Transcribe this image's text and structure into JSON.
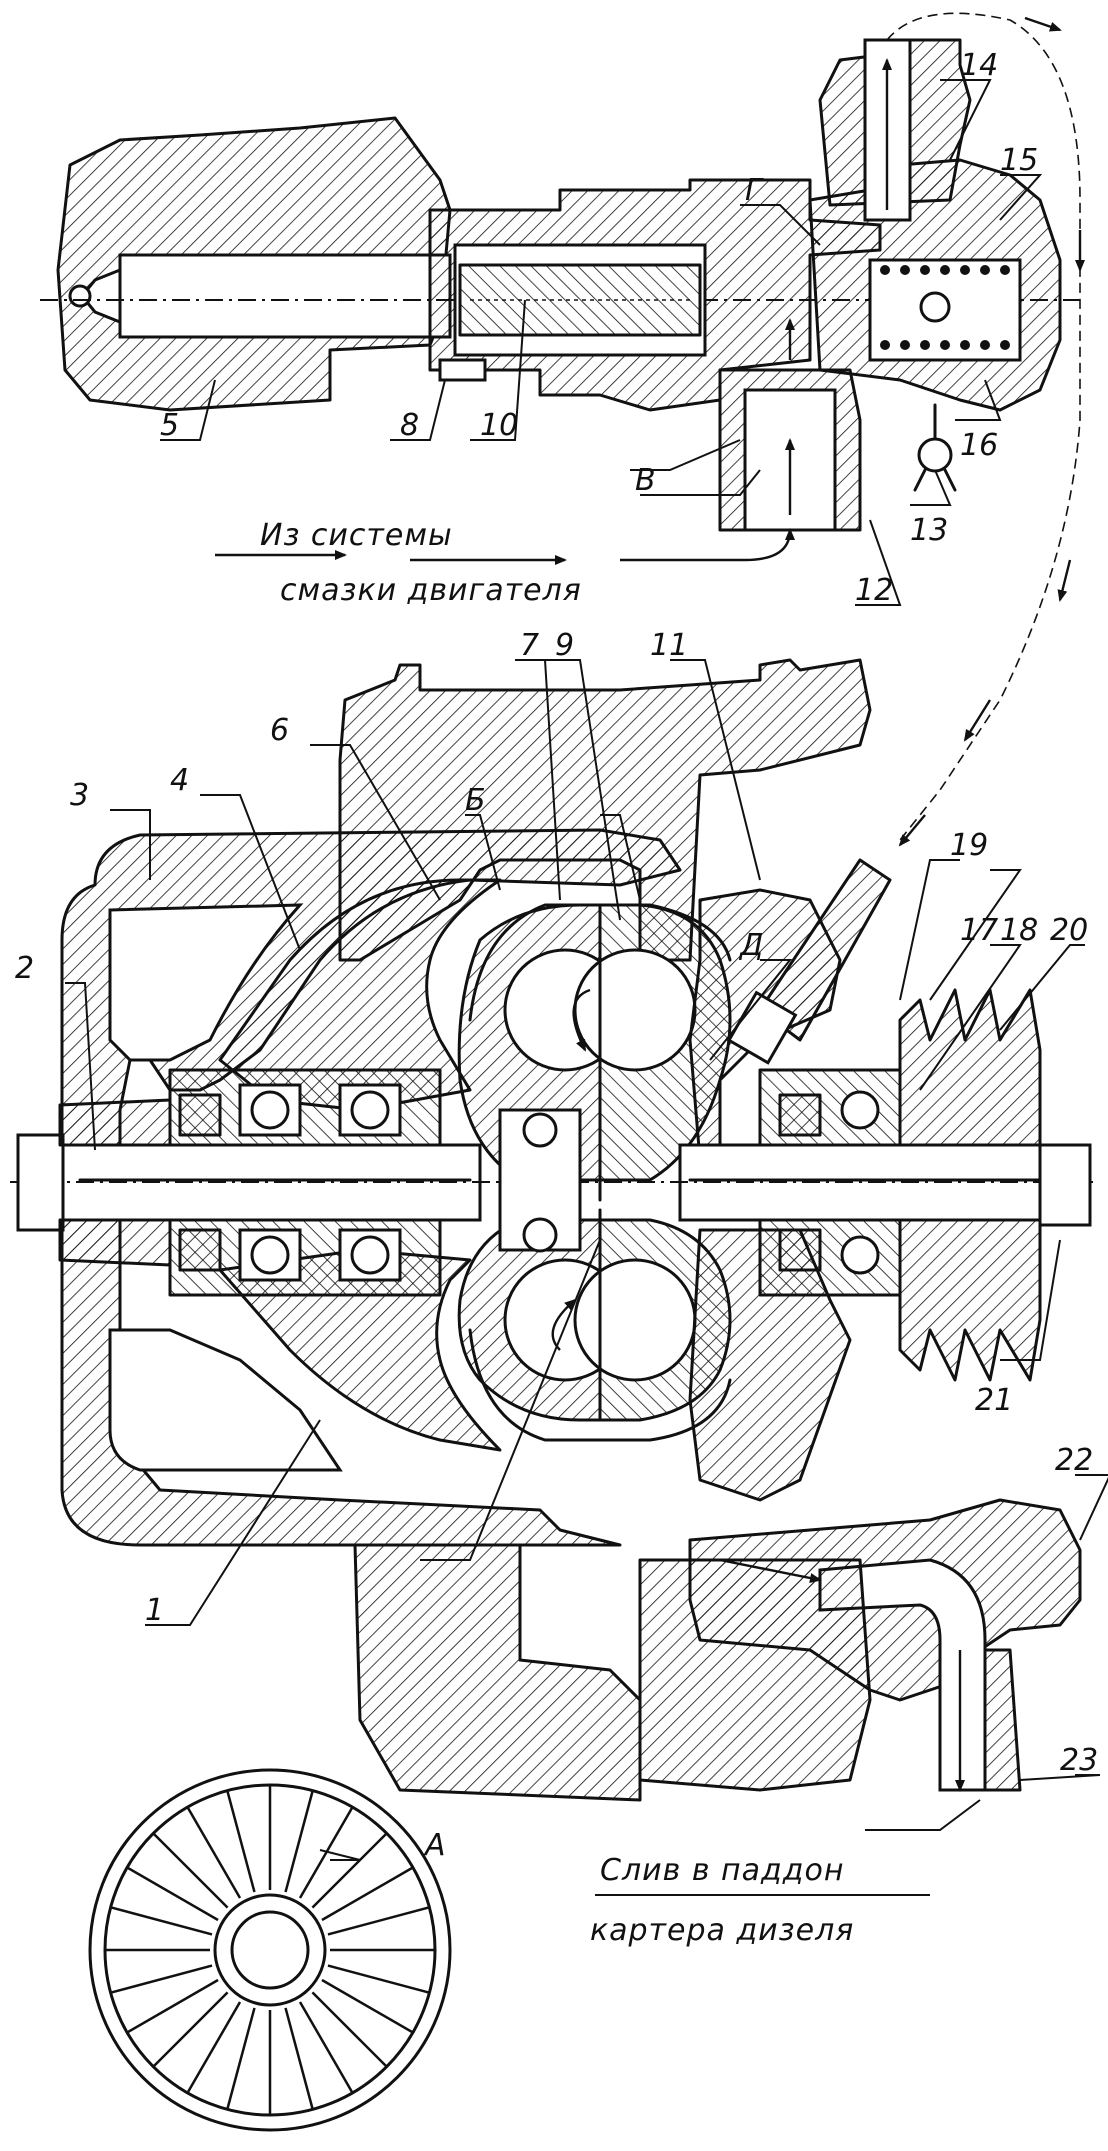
{
  "figure": {
    "callouts": {
      "c1": "1",
      "c2": "2",
      "c3": "3",
      "c4": "4",
      "c5": "5",
      "c6": "6",
      "c7": "7",
      "c8": "8",
      "c9": "9",
      "c10": "10",
      "c11": "11",
      "c12": "12",
      "c13": "13",
      "c14": "14",
      "c15": "15",
      "c16": "16",
      "c17": "17",
      "c18": "18",
      "c19": "19",
      "c20": "20",
      "c21": "21",
      "c22": "22",
      "c23": "23"
    },
    "zone_letters": {
      "A": "А",
      "B": "Б",
      "V": "В",
      "G": "Г",
      "D": "Д"
    },
    "captions": {
      "inlet_line1": "Из системы",
      "inlet_line2": "смазки двигателя",
      "drain_line1": "Слив в паддон",
      "drain_line2": "картера дизеля"
    }
  }
}
